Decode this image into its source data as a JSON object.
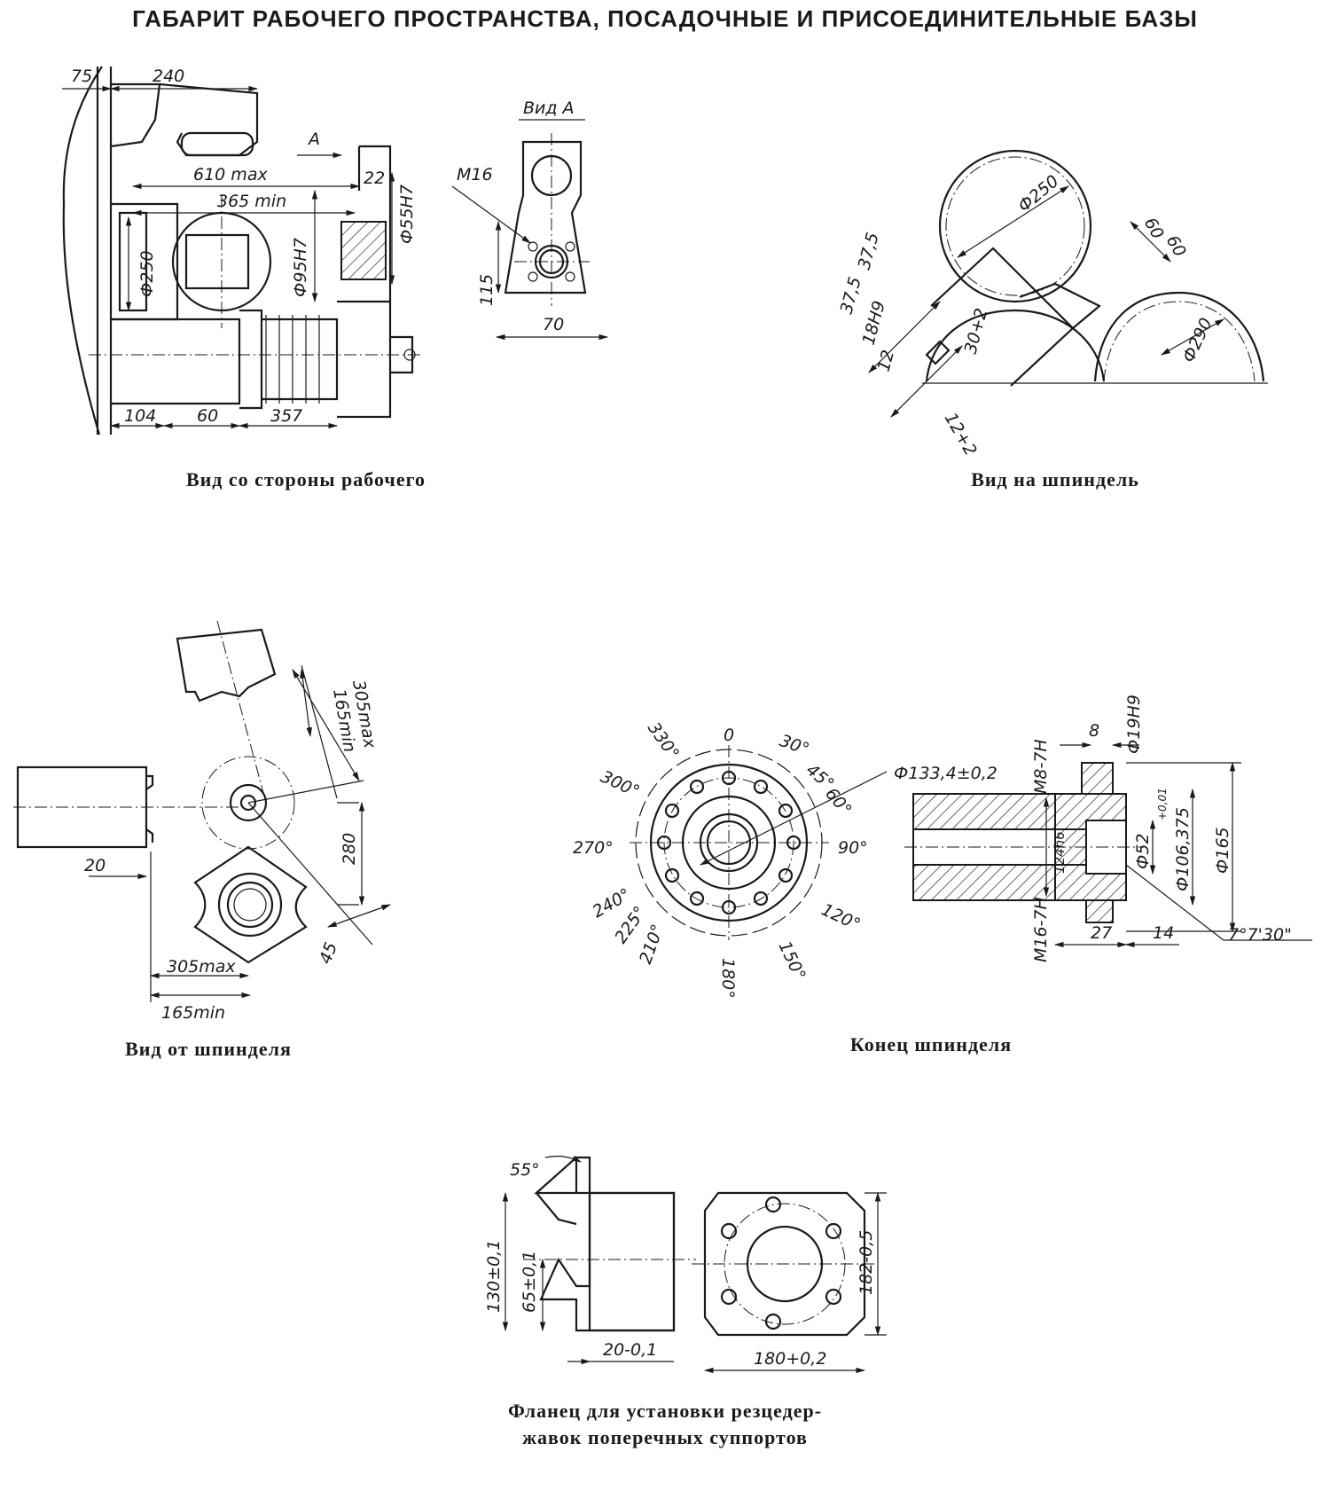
{
  "title": "ГАБАРИТ РАБОЧЕГО ПРОСТРАНСТВА, ПОСАДОЧНЫЕ И ПРИСОЕДИНИТЕЛЬНЫЕ БАЗЫ",
  "captions": {
    "side_view": "Вид со стороны рабочего",
    "spindle_view": "Вид на шпиндель",
    "from_spindle_view": "Вид от шпинделя",
    "spindle_end": "Конец шпинделя",
    "flange_line1": "Фланец для установки резцедер-",
    "flange_line2": "жавок поперечных суппортов"
  },
  "side_view": {
    "dims": [
      "75",
      "240",
      "A",
      "610 max",
      "22",
      "365 min",
      "Ф55Н7",
      "Ф95Н7",
      "Ф250",
      "104",
      "60",
      "357"
    ],
    "view_a": {
      "title": "Вид А",
      "dims": [
        "М16",
        "115",
        "70"
      ]
    }
  },
  "spindle_view": {
    "dims": [
      "Ф250",
      "60",
      "60",
      "37,5",
      "37,5",
      "18Н9",
      "12",
      "30+2",
      "12+2",
      "Ф290"
    ]
  },
  "from_spindle_view": {
    "dims": [
      "305max",
      "165min",
      "280",
      "20",
      "45",
      "305max",
      "165min"
    ]
  },
  "spindle_end": {
    "angles": [
      "0",
      "30°",
      "45°",
      "60°",
      "90°",
      "120°",
      "150°",
      "180°",
      "210°",
      "225°",
      "240°",
      "270°",
      "300°",
      "330°"
    ],
    "dims": [
      "Ф133,4±0,2",
      "М8-7Н",
      "8",
      "Ф19Н9",
      "+0,01",
      "Ф52",
      "Ф106,375",
      "Ф165",
      "124h6",
      "М16-7Н",
      "27",
      "14",
      "7°7'30\""
    ]
  },
  "flange": {
    "dims": [
      "55°",
      "130±0,1",
      "65±0,1",
      "20-0,1",
      "180+0,2",
      "182-0,5"
    ]
  }
}
